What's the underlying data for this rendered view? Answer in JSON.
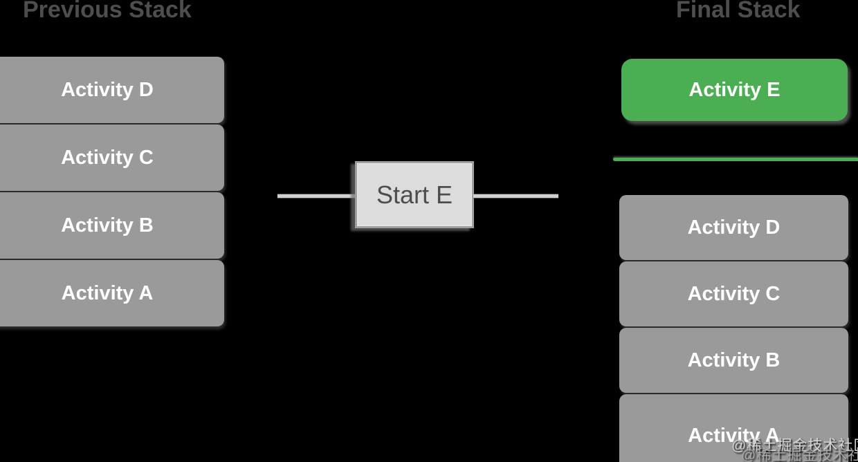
{
  "diagram": {
    "left": {
      "title": "Previous Stack",
      "items": [
        "Activity D",
        "Activity C",
        "Activity B",
        "Activity A"
      ]
    },
    "center": {
      "label": "Start E"
    },
    "right": {
      "title": "Final Stack",
      "new_item": "Activity E",
      "items": [
        "Activity D",
        "Activity C",
        "Activity B",
        "Activity A"
      ]
    },
    "watermark": {
      "line1": "@稀土掘金技术社区",
      "line2": "@稀土掘金技术社区"
    },
    "colors": {
      "background": "#000000",
      "title_text": "#4e4e4e",
      "stack_box": "#9a9a9a",
      "stack_box_text": "#ffffff",
      "highlight_green": "#4bae52",
      "start_box_fill": "#dcdcdc",
      "start_box_border": "#9e9e9e",
      "start_box_text": "#4d4d4d",
      "connector_line": "#d0d0d0"
    }
  }
}
